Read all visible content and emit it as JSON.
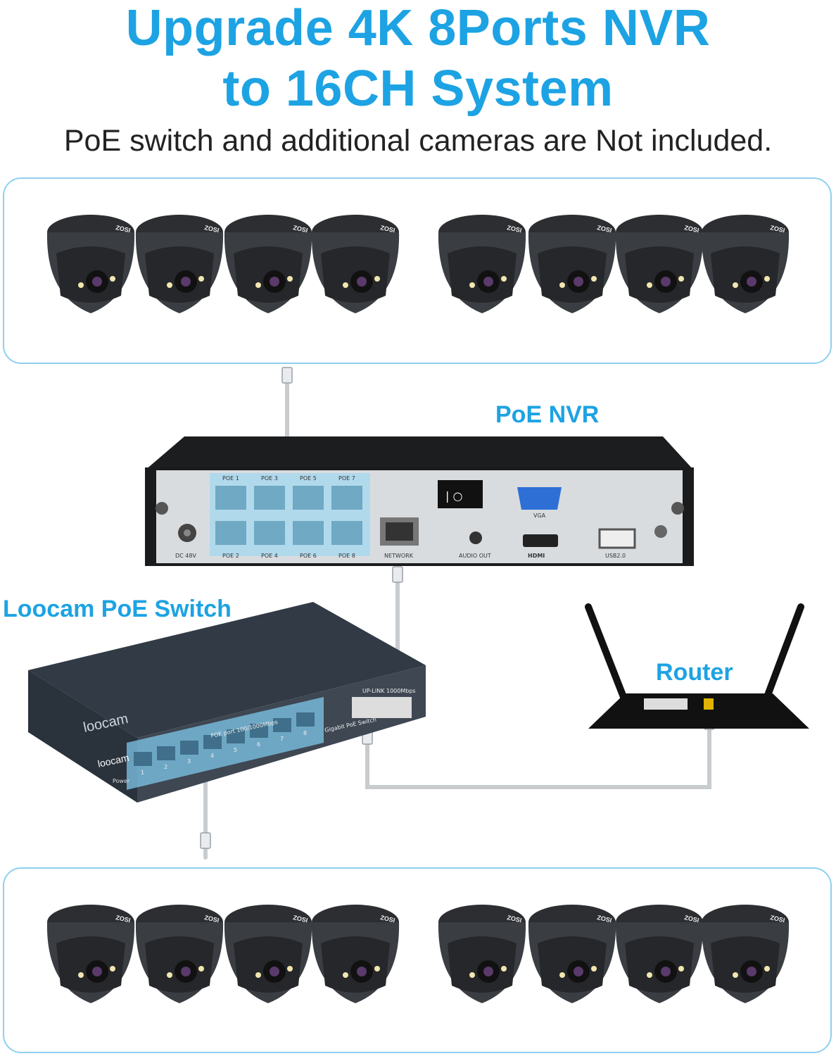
{
  "header": {
    "title_line1": "Upgrade 4K 8Ports NVR",
    "title_line2": "to 16CH System",
    "subtitle": "PoE switch and additional cameras are Not included."
  },
  "labels": {
    "nvr": "PoE NVR",
    "switch": "Loocam PoE Switch",
    "router": "Router"
  },
  "camera": {
    "brand": "ZOSI",
    "count_top": 8,
    "count_bottom": 8
  },
  "nvr": {
    "ports_top": [
      "POE 1",
      "POE 3",
      "POE 5",
      "POE 7"
    ],
    "ports_bottom": [
      "POE 2",
      "POE 4",
      "POE 6",
      "POE 8"
    ],
    "dc": "DC 48V",
    "network": "NETWORK",
    "audio": "AUDIO OUT",
    "vga": "VGA",
    "hdmi": "HDMI",
    "usb": "USB2.0"
  },
  "switch": {
    "brand": "loocam",
    "port_caption": "POE port 100/1000Mbps",
    "uplink_caption": "UP-LINK 1000Mbps",
    "gigabit_caption": "Gigabit PoE Switch",
    "power_caption": "Power",
    "port_numbers": [
      "1",
      "2",
      "3",
      "4",
      "5",
      "6",
      "7",
      "8"
    ]
  },
  "colors": {
    "accent": "#1da3e3",
    "box_border": "#8fd0ee",
    "camera_body": "#3a3d42",
    "nvr_panel": "#d9dcdf",
    "switch_body": "#3e4752"
  }
}
